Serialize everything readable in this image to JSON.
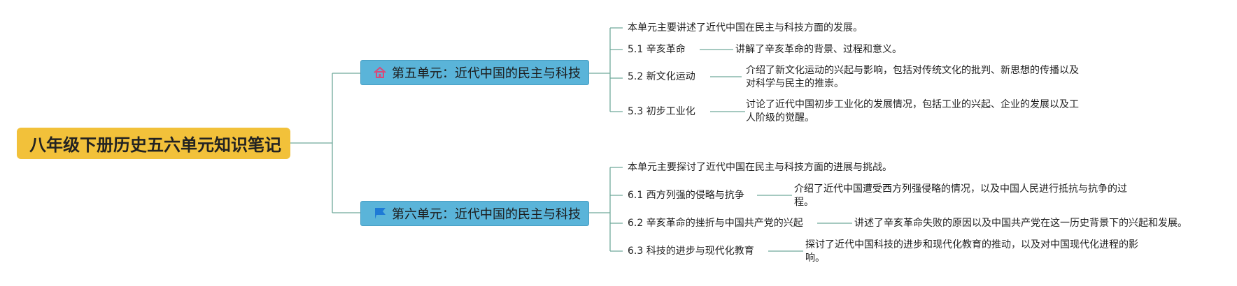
{
  "title": "八年级下册历史五六单元知识笔记",
  "colors": {
    "root": "#f2c13a",
    "unit": "#5ab4d9",
    "line": "#6fa99a",
    "home_icon": "#d84a7a",
    "flag_icon": "#1e7ad6"
  },
  "unit5": {
    "icon": "home-icon",
    "label": "第五单元：近代中国的民主与科技",
    "summary": "本单元主要讲述了近代中国在民主与科技方面的发展。",
    "sections": [
      {
        "label": "5.1 辛亥革命",
        "detail": "讲解了辛亥革命的背景、过程和意义。"
      },
      {
        "label": "5.2 新文化运动",
        "detail": "介绍了新文化运动的兴起与影响，包括对传统文化的批判、新思想的传播以及对科学与民主的推崇。"
      },
      {
        "label": "5.3 初步工业化",
        "detail": "讨论了近代中国初步工业化的发展情况，包括工业的兴起、企业的发展以及工人阶级的觉醒。"
      }
    ]
  },
  "unit6": {
    "icon": "flag-icon",
    "label": "第六单元：近代中国的民主与科技",
    "summary": "本单元主要探讨了近代中国在民主与科技方面的进展与挑战。",
    "sections": [
      {
        "label": "6.1 西方列强的侵略与抗争",
        "detail": "介绍了近代中国遭受西方列强侵略的情况，以及中国人民进行抵抗与抗争的过程。"
      },
      {
        "label": "6.2 辛亥革命的挫折与中国共产党的兴起",
        "detail": "讲述了辛亥革命失败的原因以及中国共产党在这一历史背景下的兴起和发展。"
      },
      {
        "label": "6.3 科技的进步与现代化教育",
        "detail": "探讨了近代中国科技的进步和现代化教育的推动，以及对中国现代化进程的影响。"
      }
    ]
  }
}
